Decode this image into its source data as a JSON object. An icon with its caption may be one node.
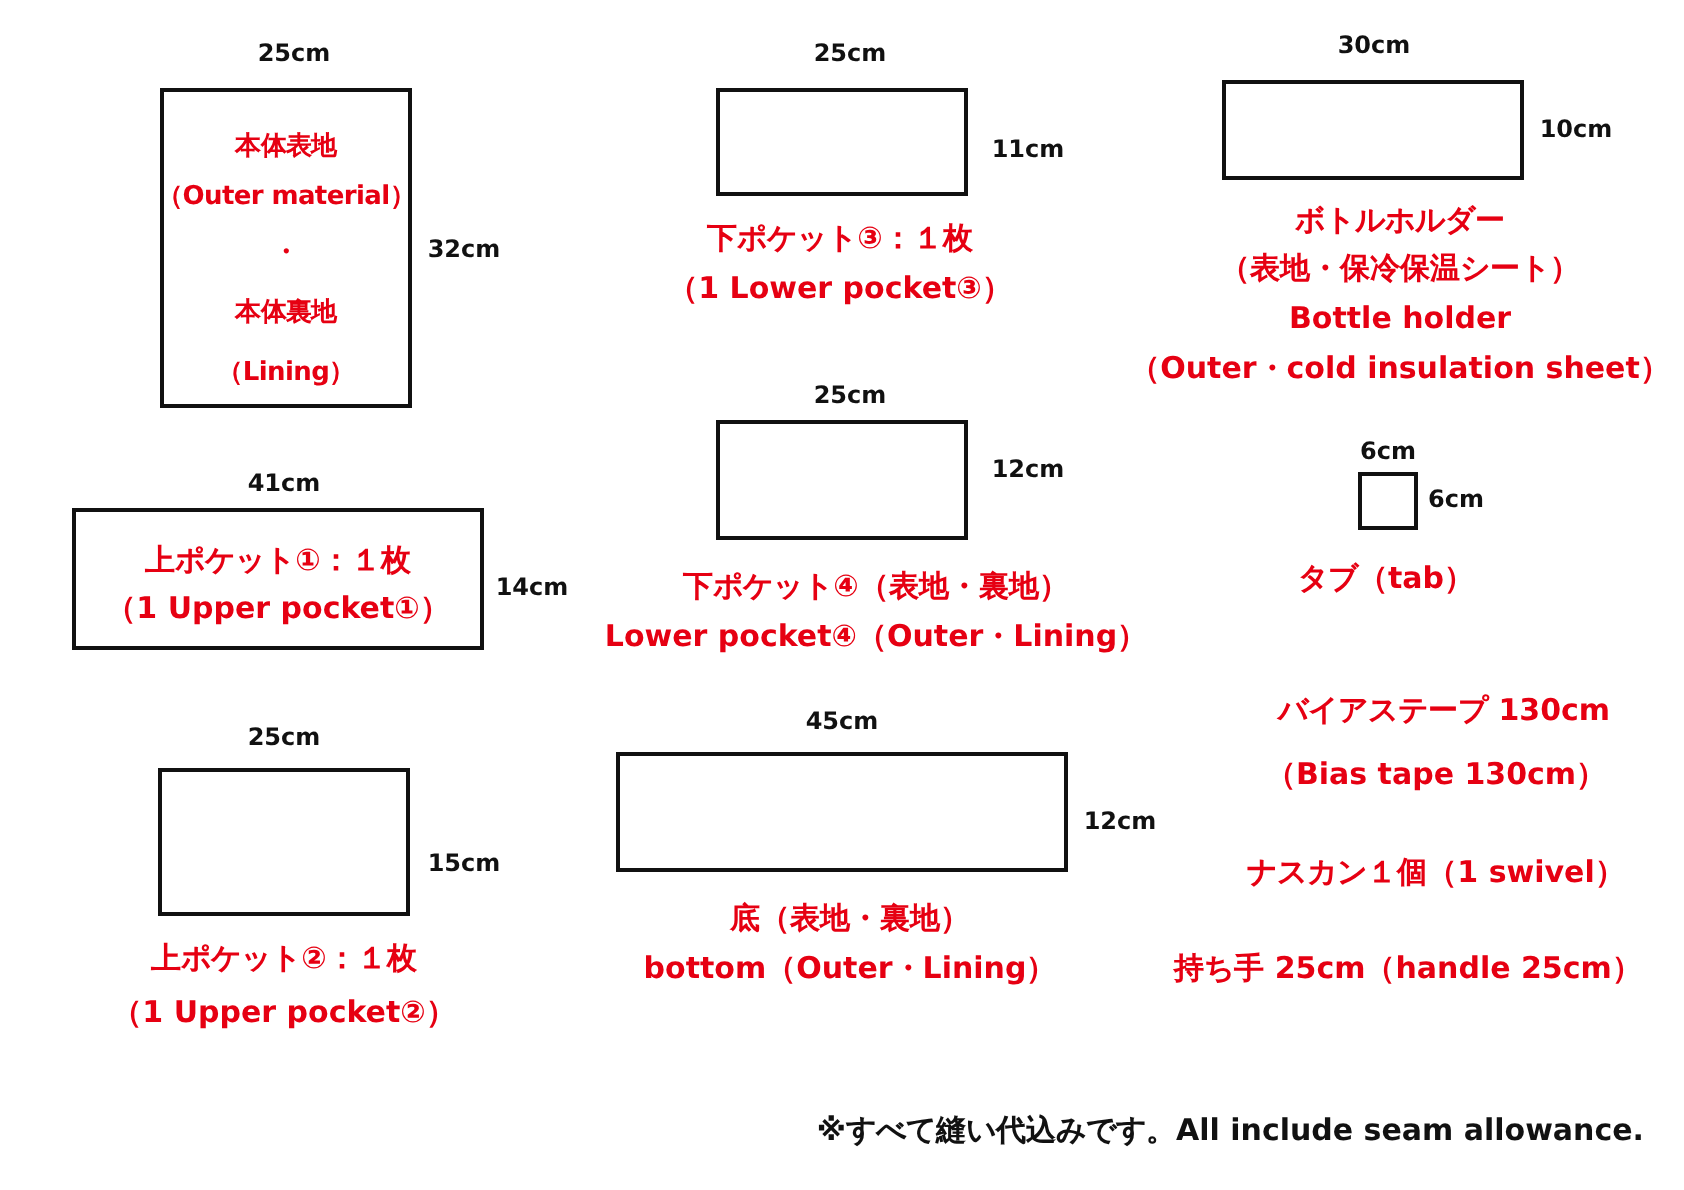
{
  "diagram": {
    "nodes": [
      {
        "text": [
          "本体表地",
          "（Outer material）",
          "・",
          "本体裏地",
          "（Lining）"
        ],
        "beside": [
          "25cm",
          "32cm"
        ]
      },
      {
        "text": [
          "上ポケット①：１枚",
          "（1 Upper pocket①）"
        ],
        "beside": [
          "41cm",
          "14cm"
        ]
      },
      {
        "text": [
          "上ポケット②：１枚",
          "（1 Upper pocket②）"
        ],
        "beside": [
          "25cm",
          "15cm"
        ]
      },
      {
        "text": [
          "下ポケット③：１枚",
          "（1 Lower pocket③）"
        ],
        "beside": [
          "25cm",
          "11cm"
        ]
      },
      {
        "text": [
          "下ポケット④（表地・裏地）",
          "Lower pocket④（Outer・Lining）"
        ],
        "beside": [
          "25cm",
          "12cm"
        ]
      },
      {
        "text": [
          "底（表地・裏地）",
          "bottom（Outer・Lining）"
        ],
        "beside": [
          "45cm",
          "12cm"
        ]
      },
      {
        "text": [
          "ボトルホルダー",
          "（表地・保冷保温シート）",
          "Bottle holder",
          "（Outer・cold insulation sheet）"
        ],
        "beside": [
          "30cm",
          "10cm"
        ]
      },
      {
        "text": [
          "タブ（tab）"
        ],
        "beside": [
          "6cm",
          "6cm"
        ]
      }
    ],
    "edges": [],
    "labels": [
      "バイアステープ 130cm",
      "（Bias tape 130cm）",
      "ナスカン１個（1 swivel）",
      "持ち手 25cm（handle 25cm）",
      "※すべて縫い代込みです。All include seam allowance."
    ]
  }
}
